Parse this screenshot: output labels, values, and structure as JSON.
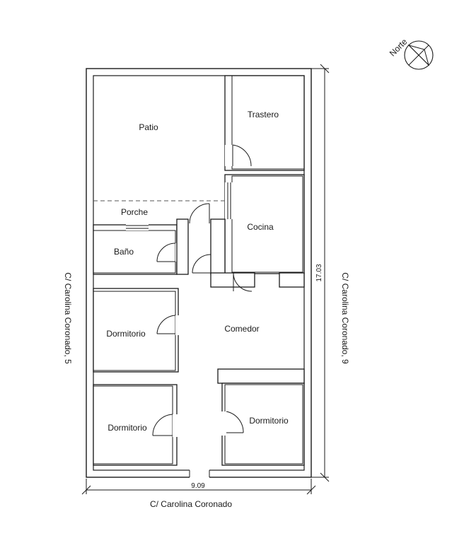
{
  "rooms": {
    "patio": "Patio",
    "trastero": "Trastero",
    "porche": "Porche",
    "cocina": "Cocina",
    "bano": "Baño",
    "dormitorio_1": "Dormitorio",
    "comedor": "Comedor",
    "dormitorio_2": "Dormitorio",
    "dormitorio_3": "Dormitorio"
  },
  "streets": {
    "left": "C/ Carolina Coronado, 5",
    "right": "C/ Carolina Coronado, 9",
    "bottom": "C/ Carolina Coronado"
  },
  "dimensions": {
    "width": "9.09",
    "depth": "17.03"
  },
  "compass": {
    "label": "Norte",
    "icon": "north-arrow-icon"
  }
}
